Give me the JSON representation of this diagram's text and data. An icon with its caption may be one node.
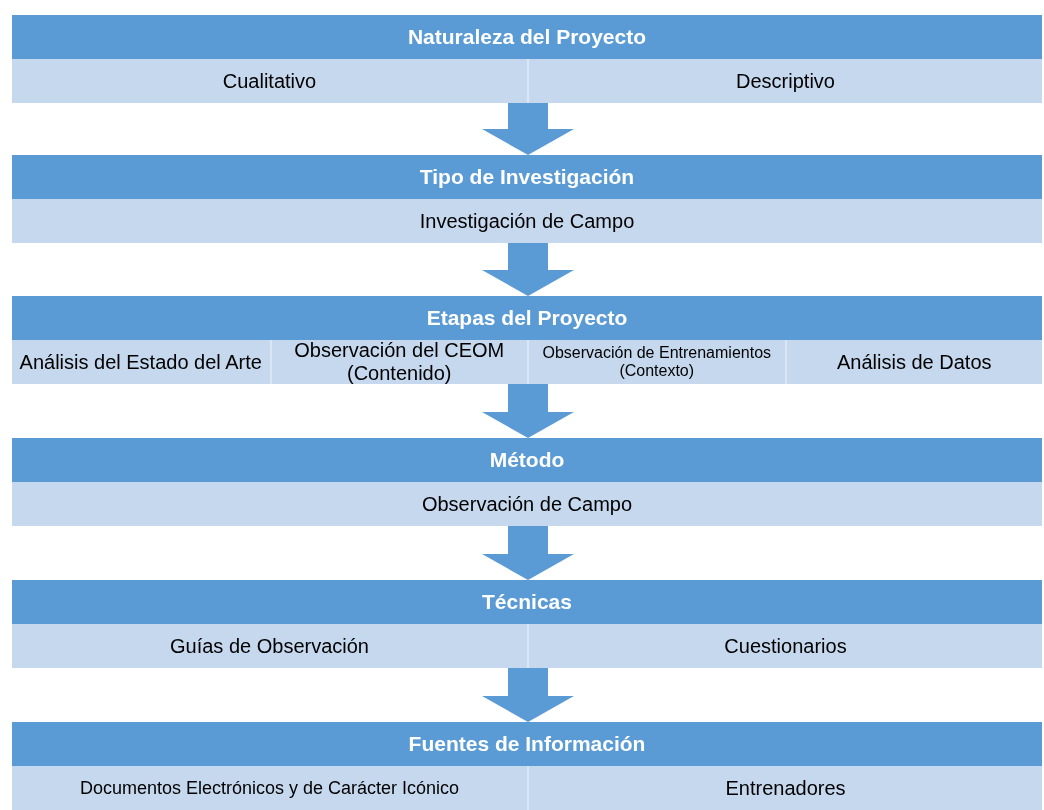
{
  "diagram": {
    "nodes": [
      {
        "text": [
          "Naturaleza del Proyecto"
        ]
      },
      {
        "text": [
          "Cualitativo"
        ],
        "in": 0
      },
      {
        "text": [
          "Descriptivo"
        ],
        "in": 0
      },
      {
        "text": [
          "Tipo de Investigación"
        ]
      },
      {
        "text": [
          "Investigación de Campo"
        ],
        "in": 3
      },
      {
        "text": [
          "Etapas del Proyecto"
        ]
      },
      {
        "text": [
          "Análisis del Estado del Arte"
        ],
        "in": 5
      },
      {
        "text": [
          "Observación del CEOM (Contenido)"
        ],
        "in": 5
      },
      {
        "text": [
          "Observación de Entrenamientos (Contexto)"
        ],
        "in": 5
      },
      {
        "text": [
          "Análisis de Datos"
        ],
        "in": 5
      },
      {
        "text": [
          "Método"
        ]
      },
      {
        "text": [
          "Observación de Campo"
        ],
        "in": 10
      },
      {
        "text": [
          "Técnicas"
        ]
      },
      {
        "text": [
          "Guías de Observación"
        ],
        "in": 12
      },
      {
        "text": [
          "Cuestionarios"
        ],
        "in": 12
      },
      {
        "text": [
          "Fuentes de Información"
        ]
      },
      {
        "text": [
          "Documentos Electrónicos y de Carácter Icónico"
        ],
        "in": 15
      },
      {
        "text": [
          "Entrenadores"
        ],
        "in": 15
      }
    ],
    "edges": [
      {
        "from": 0,
        "to": 3,
        "arrow": "to"
      },
      {
        "from": 3,
        "to": 5,
        "arrow": "to"
      },
      {
        "from": 5,
        "to": 10,
        "arrow": "to"
      },
      {
        "from": 10,
        "to": 12,
        "arrow": "to"
      },
      {
        "from": 12,
        "to": 15,
        "arrow": "to"
      }
    ]
  }
}
